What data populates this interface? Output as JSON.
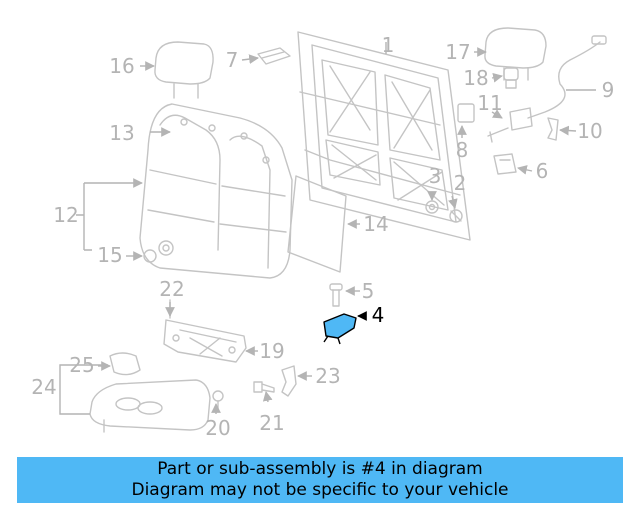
{
  "callouts": [
    "1",
    "2",
    "3",
    "4",
    "5",
    "6",
    "7",
    "8",
    "9",
    "10",
    "11",
    "12",
    "13",
    "14",
    "15",
    "16",
    "17",
    "18",
    "19",
    "20",
    "21",
    "22",
    "23",
    "24",
    "25"
  ],
  "highlighted_part": "4",
  "highlight_color": "#4fb8f5",
  "banner": {
    "line1": "Part or sub-assembly is #4 in diagram",
    "line2": "Diagram may not be specific to your vehicle",
    "background": "#4fb8f5"
  }
}
